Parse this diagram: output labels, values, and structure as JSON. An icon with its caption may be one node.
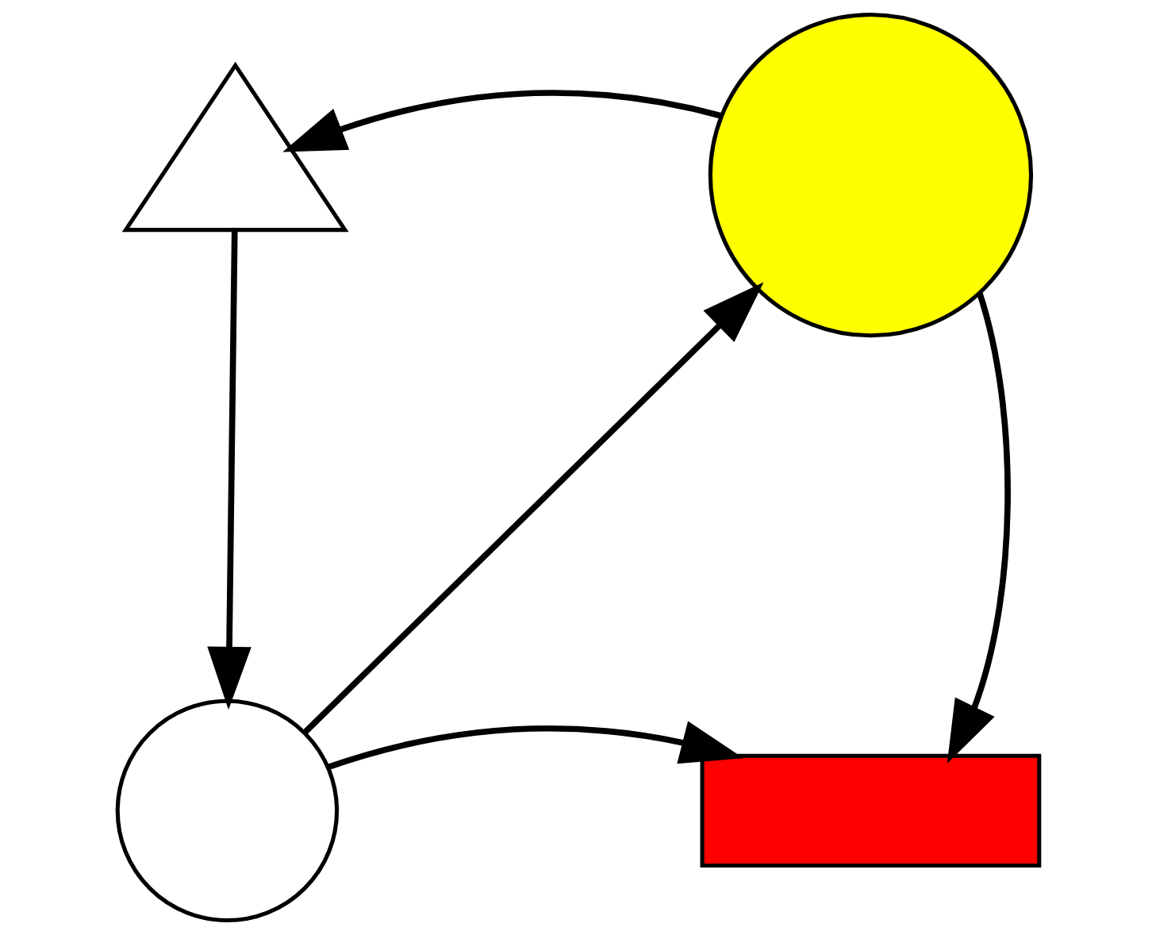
{
  "diagram": {
    "nodes": [
      {
        "text": [],
        "shape": "triangle"
      },
      {
        "text": [],
        "shape": "circle"
      },
      {
        "text": [],
        "shape": "circle"
      },
      {
        "text": [],
        "shape": "box"
      }
    ],
    "edges": [
      {
        "from": 1,
        "to": 0,
        "arrow": "to"
      },
      {
        "from": 0,
        "to": 2,
        "arrow": "to"
      },
      {
        "from": 2,
        "to": 1,
        "arrow": "to"
      },
      {
        "from": 1,
        "to": 3,
        "arrow": "to"
      },
      {
        "from": 2,
        "to": 3,
        "arrow": "to"
      }
    ]
  }
}
